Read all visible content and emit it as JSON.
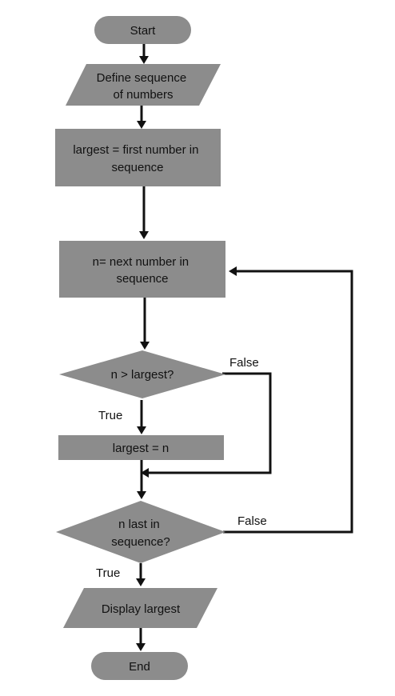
{
  "colors": {
    "shape_fill": "#8c8c8c",
    "line": "#111111",
    "background": "#ffffff"
  },
  "nodes": {
    "start": {
      "text": "Start"
    },
    "define": {
      "line1": "Define sequence",
      "line2": "of numbers"
    },
    "init_largest": {
      "line1": "largest = first number in",
      "line2": "sequence"
    },
    "next_n": {
      "line1": "n= next number in",
      "line2": "sequence"
    },
    "compare": {
      "text": "n > largest?"
    },
    "assign": {
      "text": "largest = n"
    },
    "last_check": {
      "line1": "n last in",
      "line2": "sequence?"
    },
    "display": {
      "text": "Display largest"
    },
    "end": {
      "text": "End"
    }
  },
  "edge_labels": {
    "compare_false": "False",
    "compare_true": "True",
    "last_false": "False",
    "last_true": "True"
  }
}
